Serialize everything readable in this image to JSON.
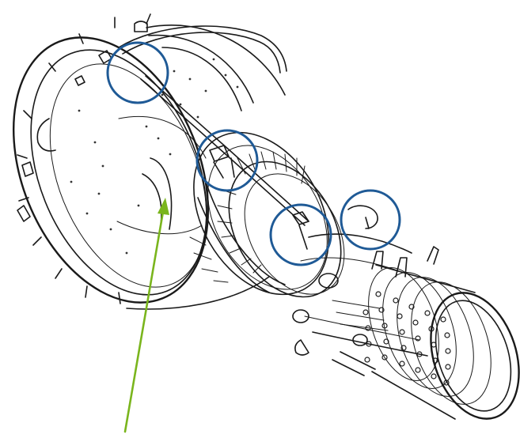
{
  "figure": {
    "subject": "engine-line-drawing",
    "colors": {
      "highlight_circle": "#1f5a96",
      "pointer_arrow": "#7ab51d",
      "line_art": "#1a1a1a",
      "background": "#ffffff"
    },
    "highlight_count": 4,
    "pointer_count": 1
  }
}
